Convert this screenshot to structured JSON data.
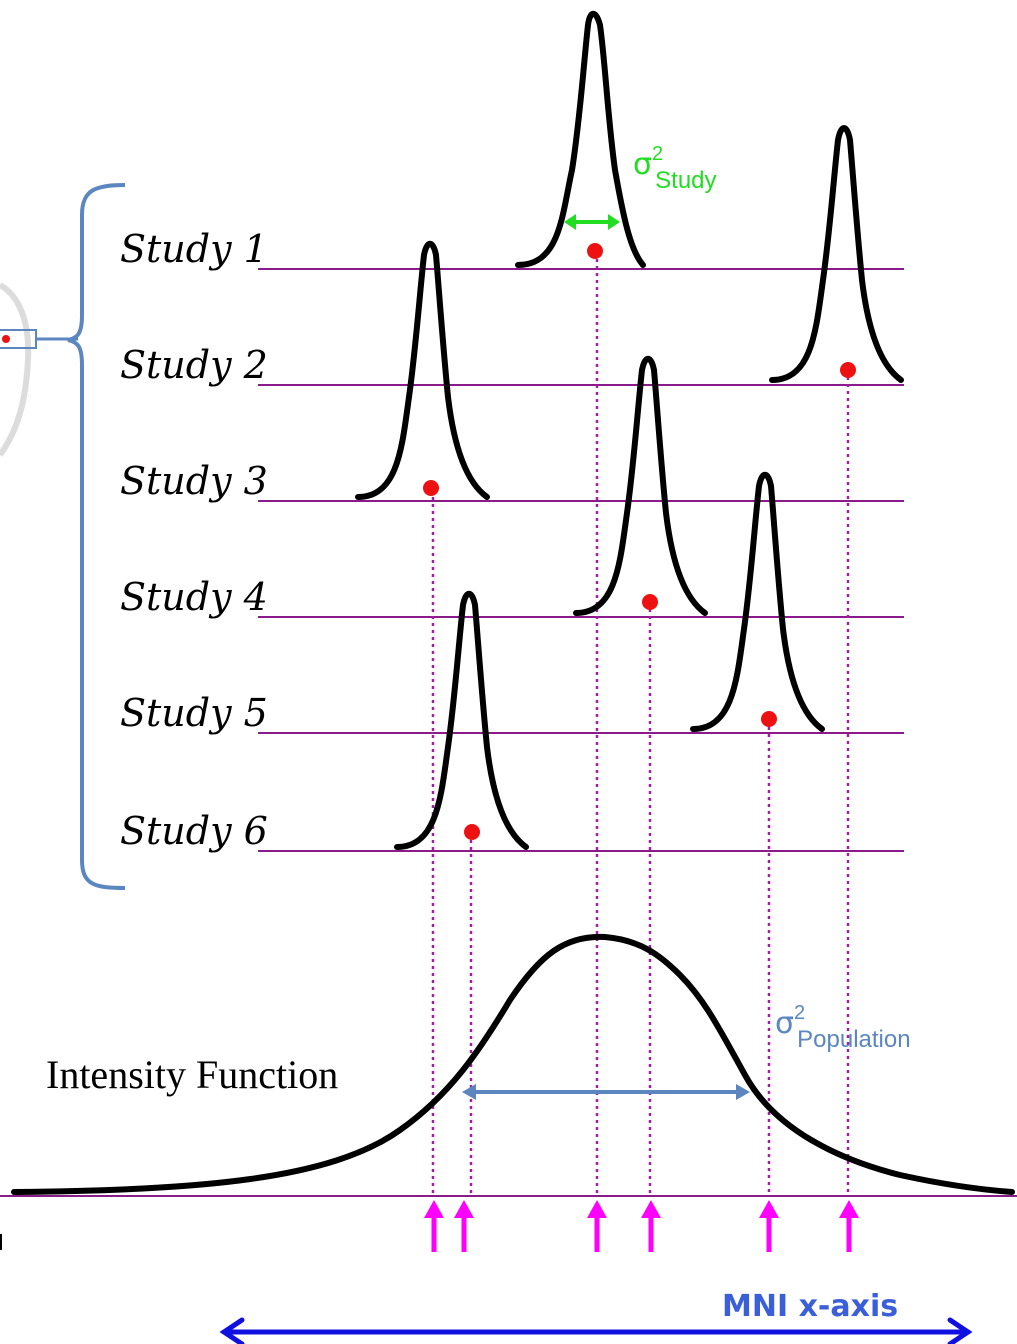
{
  "studies": [
    {
      "label": "Study 1"
    },
    {
      "label": "Study 2"
    },
    {
      "label": "Study 3"
    },
    {
      "label": "Study 4"
    },
    {
      "label": "Study 5"
    },
    {
      "label": "Study 6"
    }
  ],
  "intensity_label": "Intensity Function",
  "sigma_study": {
    "symbol": "σ",
    "sup": "2",
    "sub": "Study"
  },
  "sigma_population": {
    "symbol": "σ",
    "sup": "2",
    "sub": "Population"
  },
  "axis_label": "MNI x-axis",
  "colors": {
    "curve": "#000000",
    "baseline": "#8b1a8b",
    "focus_dot": "#ee1111",
    "dotted_line": "#a020a0",
    "arrow": "#ff00ff",
    "sigma_study": "#22dd22",
    "sigma_population": "#5b86c0",
    "axis_arrow": "#1010e0",
    "brace": "#5b86c0"
  }
}
